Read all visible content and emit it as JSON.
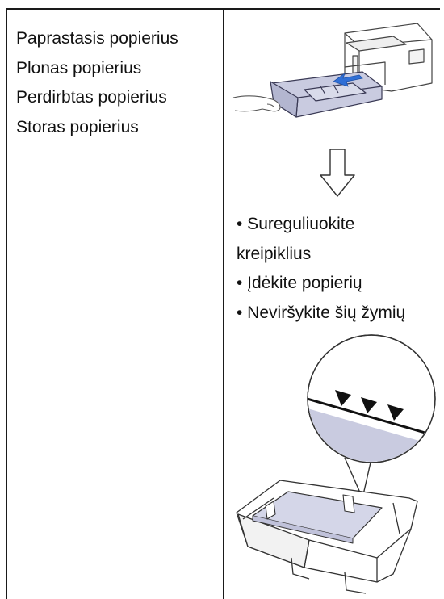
{
  "paper_types": [
    "Paprastasis popierius",
    "Plonas popierius",
    "Perdirbtas popierius",
    "Storas popierius"
  ],
  "instructions": [
    "• Sureguliuokite",
    "kreipiklius",
    "• Įdėkite popierių",
    "• Neviršykite šių žymių"
  ],
  "illustrations": {
    "printer": "printer-tray-pull-out-illustration",
    "arrow": "down-arrow-icon",
    "tray": "paper-tray-max-mark-illustration"
  },
  "colors": {
    "line": "#1a1a1a",
    "accent_blue": "#2f6fd6",
    "tray_fill": "#c9cbe0",
    "paper_fill": "#d4d6e8"
  }
}
